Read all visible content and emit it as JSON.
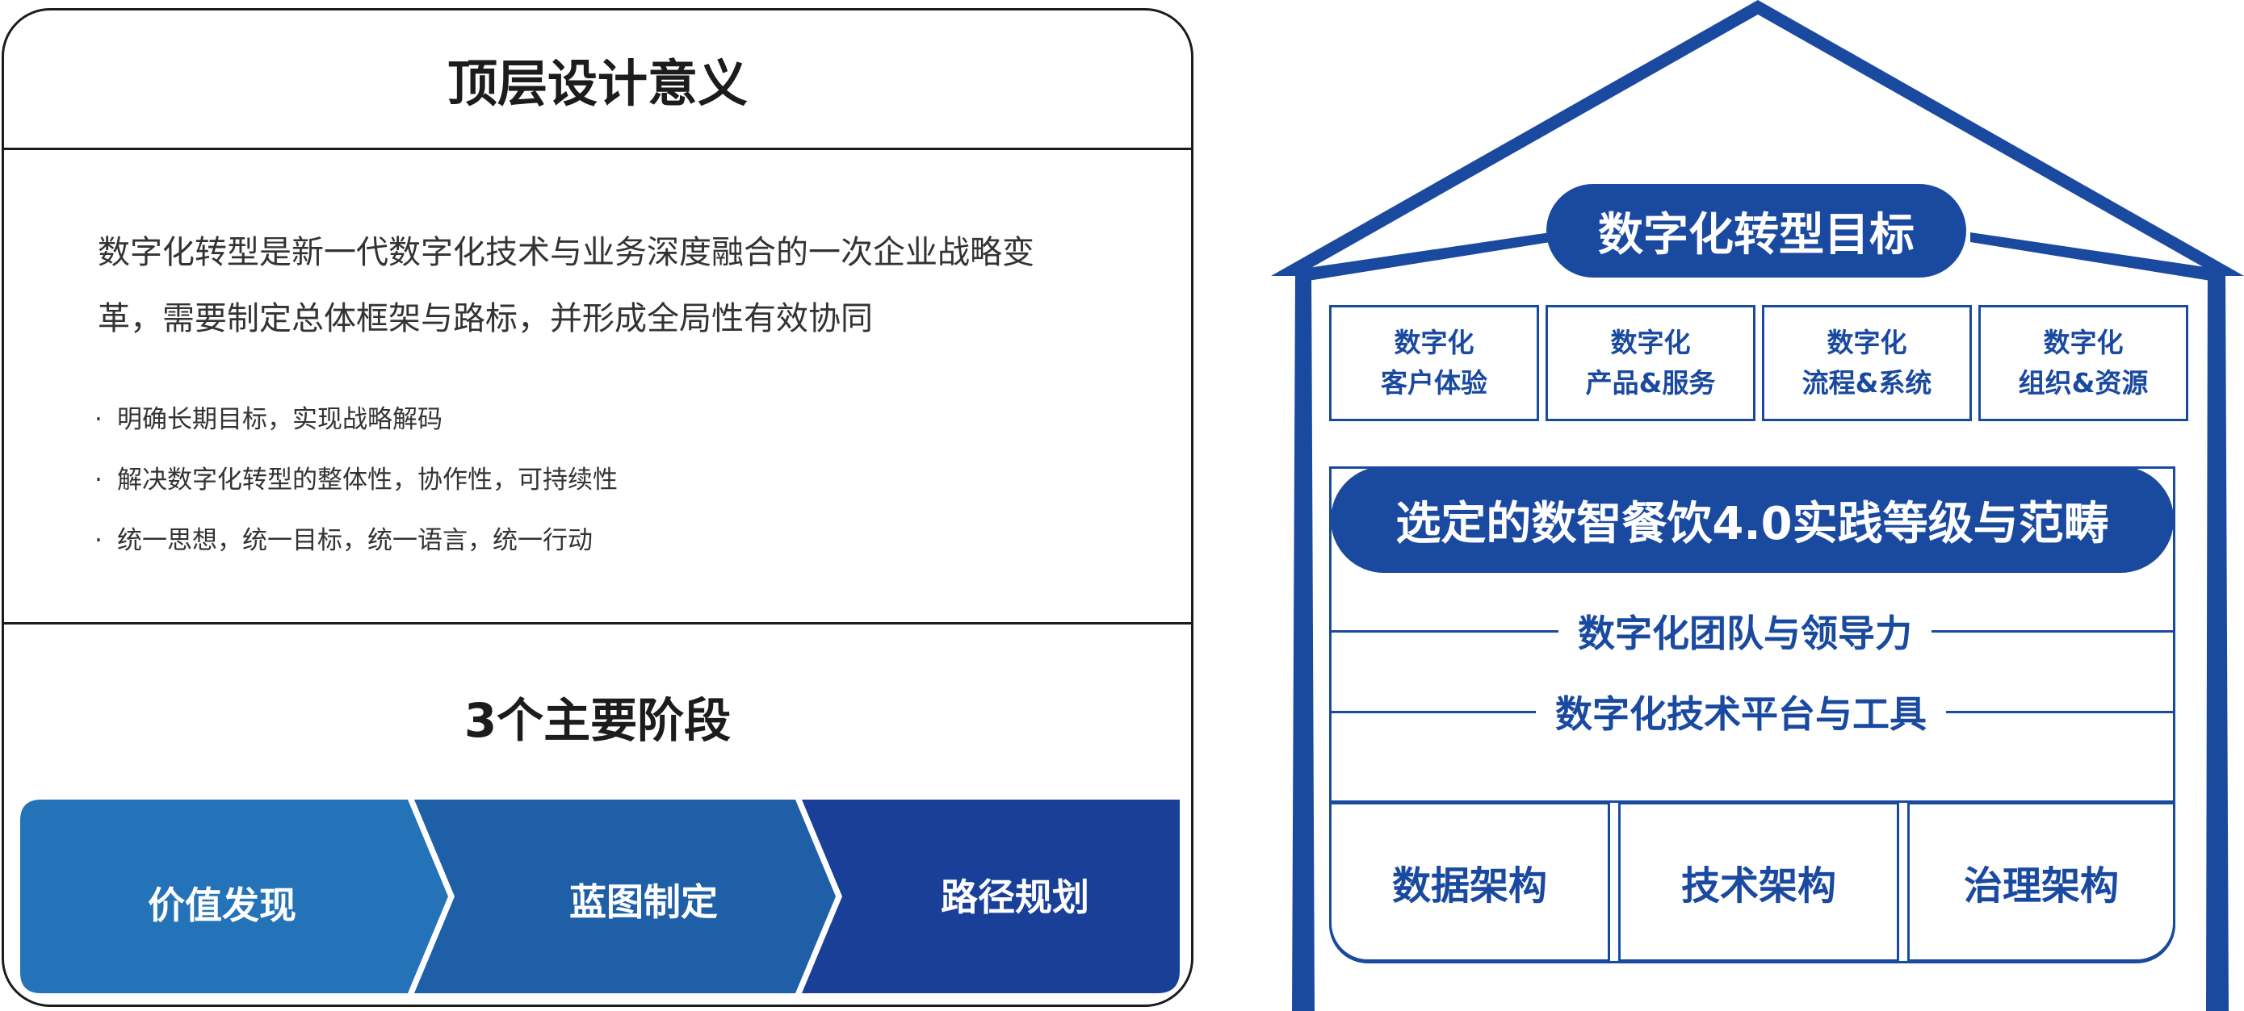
{
  "left": {
    "title": "顶层设计意义",
    "intro_line1": "数字化转型是新一代数字化技术与业务深度融合的一次企业战略变",
    "intro_line2": "革，需要制定总体框架与路标，并形成全局性有效协同",
    "bullets": [
      "明确长期目标，实现战略解码",
      "解决数字化转型的整体性，协作性，可持续性",
      "统一思想，统一目标，统一语言，统一行动"
    ],
    "stage_title": "3个主要阶段",
    "stages": [
      "价值发现",
      "蓝图制定",
      "路径规划"
    ],
    "colors": {
      "stage1": "#2472b8",
      "stage2": "#1e5fa8",
      "stage3": "#1a3f98"
    }
  },
  "house": {
    "goal": "数字化转型目标",
    "pillars": [
      {
        "line1": "数字化",
        "line2": "客户体验"
      },
      {
        "line1": "数字化",
        "line2": "产品&服务"
      },
      {
        "line1": "数字化",
        "line2": "流程&系统"
      },
      {
        "line1": "数字化",
        "line2": "组织&资源"
      }
    ],
    "practice": "选定的数智餐饮4.0实践等级与范畴",
    "layers": [
      "数字化团队与领导力",
      "数字化技术平台与工具"
    ],
    "architectures": [
      "数据架构",
      "技术架构",
      "治理架构"
    ],
    "color": "#1a4aa0"
  }
}
